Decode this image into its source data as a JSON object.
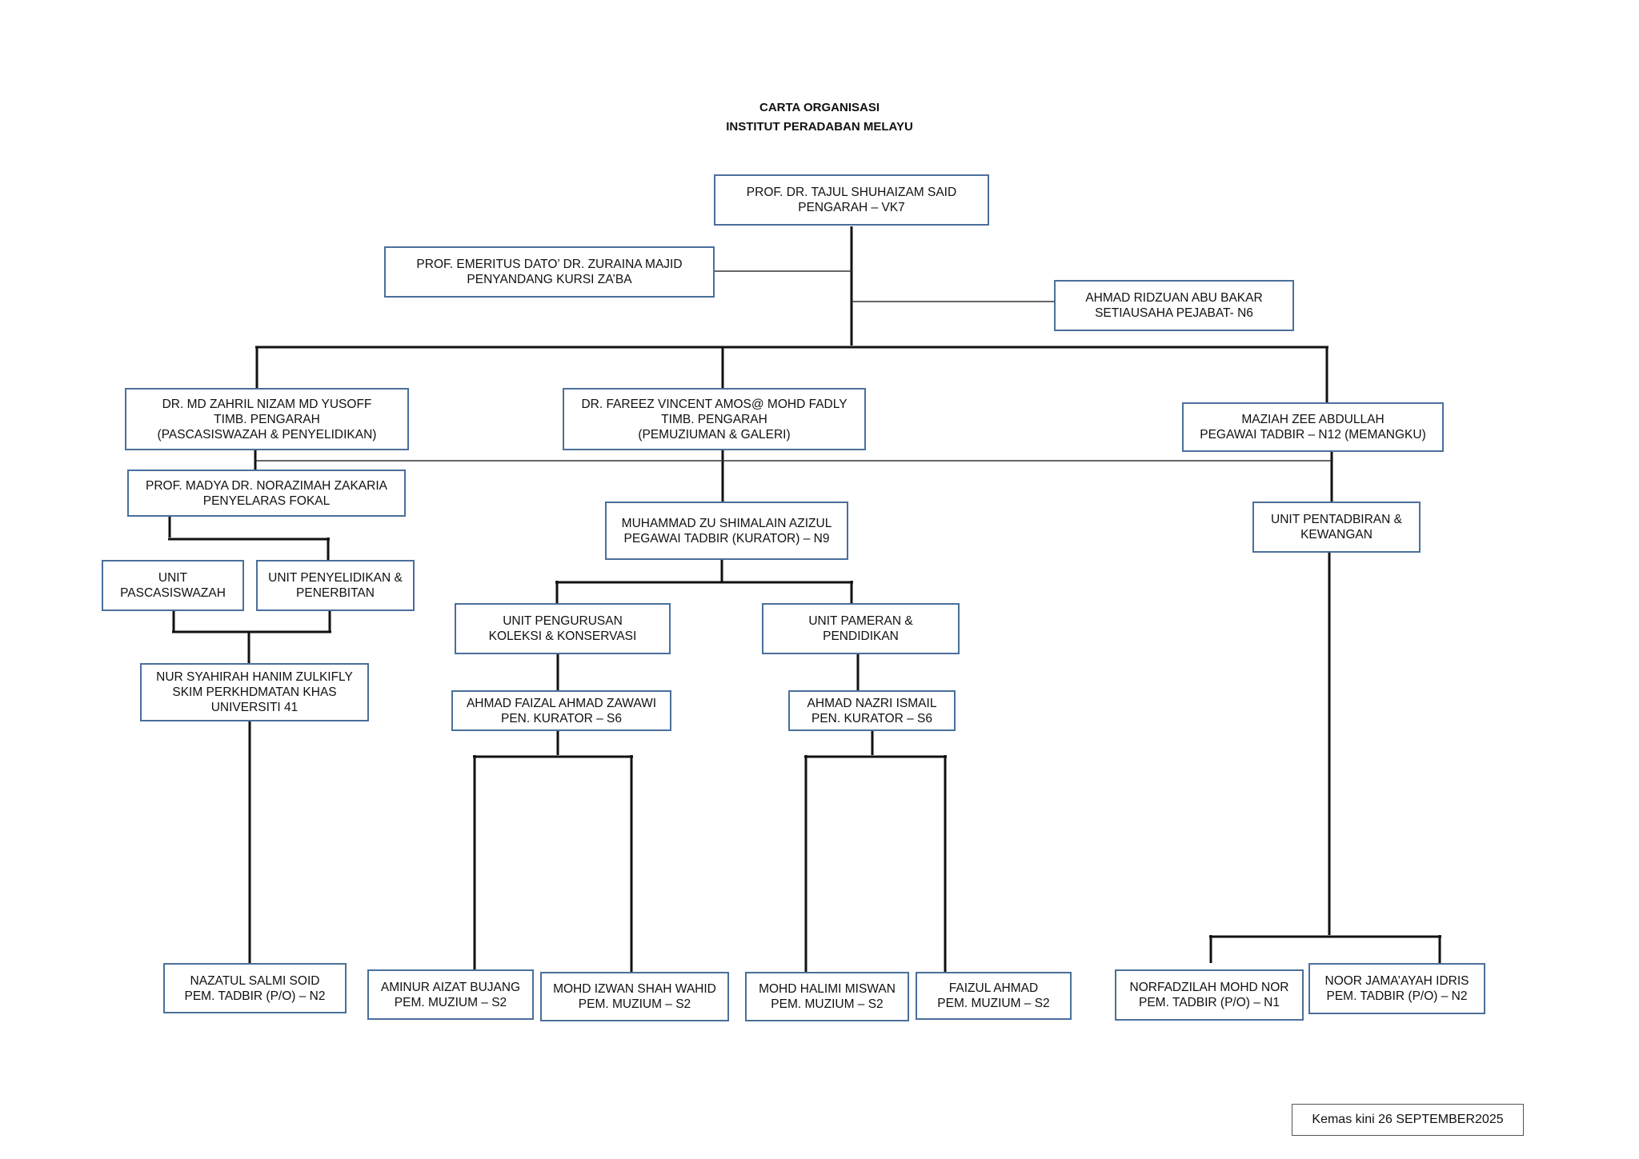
{
  "title": {
    "line1": "CARTA ORGANISASI",
    "line2": "INSTITUT PERADABAN MELAYU"
  },
  "nodes": {
    "director": [
      "PROF. DR. TAJUL SHUHAIZAM SAID",
      "PENGARAH – VK7"
    ],
    "chair": [
      "PROF. EMERITUS DATO’ DR. ZURAINA MAJID",
      "PENYANDANG KURSI ZA’BA"
    ],
    "secretary": [
      "AHMAD RIDZUAN ABU BAKAR",
      "SETIAUSAHA PEJABAT- N6"
    ],
    "deputy_research": [
      "DR. MD ZAHRIL NIZAM MD YUSOFF",
      "TIMB. PENGARAH",
      "(PASCASISWAZAH & PENYELIDIKAN)"
    ],
    "deputy_museum": [
      "DR. FAREEZ VINCENT AMOS@ MOHD FADLY",
      "TIMB. PENGARAH",
      "(PEMUZIUMAN & GALERI)"
    ],
    "admin_officer": [
      "MAZIAH ZEE ABDULLAH",
      "PEGAWAI TADBIR – N12 (MEMANGKU)"
    ],
    "focal": [
      "PROF. MADYA DR. NORAZIMAH ZAKARIA",
      "PENYELARAS FOKAL"
    ],
    "curator": [
      "MUHAMMAD ZU SHIMALAIN AZIZUL",
      "PEGAWAI TADBIR (KURATOR) – N9"
    ],
    "unit_admin": [
      "UNIT PENTADBIRAN &",
      "KEWANGAN"
    ],
    "unit_postgrad": [
      "UNIT",
      "PASCASISWAZAH"
    ],
    "unit_research": [
      "UNIT PENYELIDIKAN &",
      "PENERBITAN"
    ],
    "unit_collection": [
      "UNIT PENGURUSAN",
      "KOLEKSI & KONSERVASI"
    ],
    "unit_exhibit": [
      "UNIT PAMERAN &",
      "PENDIDIKAN"
    ],
    "nur": [
      "NUR SYAHIRAH HANIM ZULKIFLY",
      "SKIM PERKHDMATAN KHAS",
      "UNIVERSITI 41"
    ],
    "faizal": [
      "AHMAD FAIZAL AHMAD ZAWAWI",
      "PEN. KURATOR – S6"
    ],
    "nazri": [
      "AHMAD NAZRI ISMAIL",
      "PEN. KURATOR – S6"
    ],
    "nazatul": [
      "NAZATUL SALMI SOID",
      "PEM. TADBIR (P/O) – N2"
    ],
    "aminur": [
      "AMINUR AIZAT BUJANG",
      "PEM. MUZIUM – S2"
    ],
    "izwan": [
      "MOHD IZWAN SHAH WAHID",
      "PEM. MUZIUM – S2"
    ],
    "halimi": [
      "MOHD HALIMI MISWAN",
      "PEM. MUZIUM – S2"
    ],
    "faizul": [
      "FAIZUL AHMAD",
      "PEM. MUZIUM – S2"
    ],
    "norfadzilah": [
      "NORFADZILAH MOHD NOR",
      "PEM. TADBIR (P/O) – N1"
    ],
    "noor": [
      "NOOR JAMA’AYAH IDRIS",
      "PEM. TADBIR (P/O) – N2"
    ]
  },
  "updated_label": "Kemas kini 26 SEPTEMBER2025",
  "colors": {
    "box_border": "#4a6f9a",
    "connector": "#111111"
  }
}
